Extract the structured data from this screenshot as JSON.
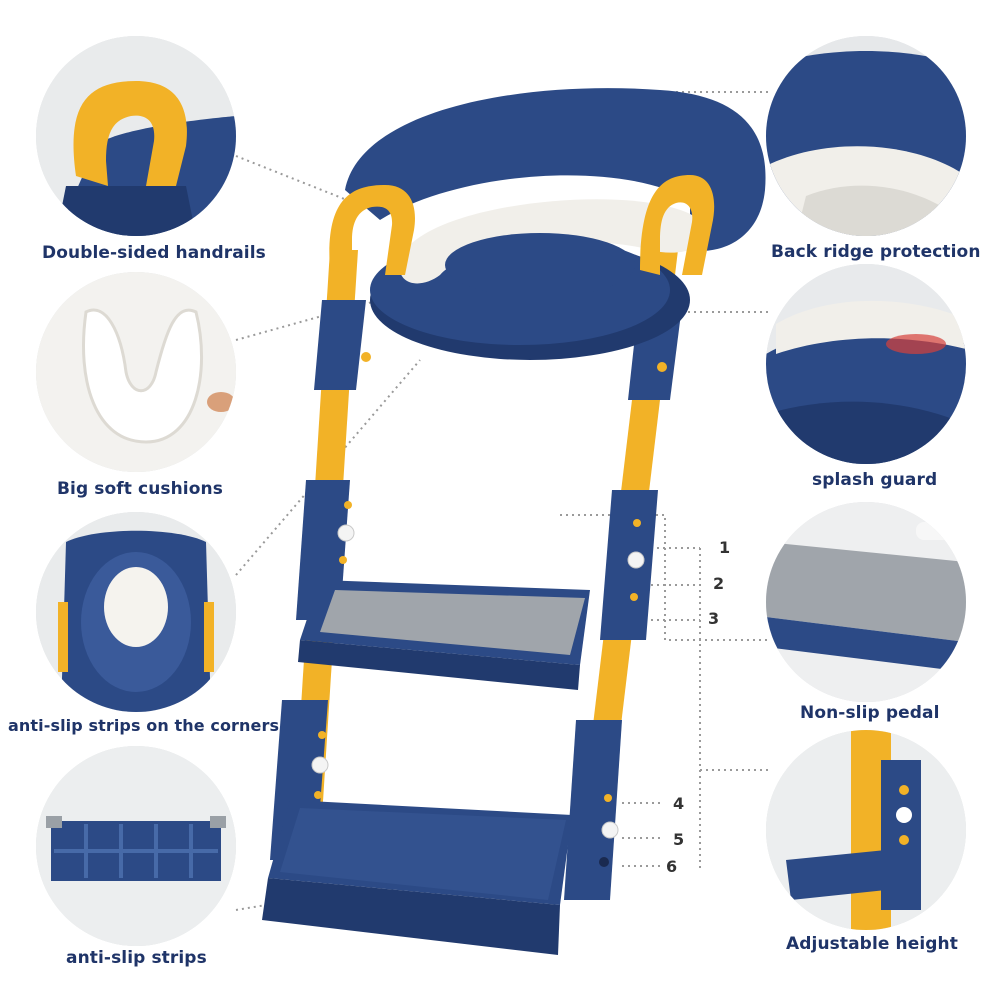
{
  "colors": {
    "navy": "#2c4a86",
    "navy_dark": "#213a6e",
    "yellow": "#f2b227",
    "grey_tread": "#9aa0a6",
    "cream": "#f1efea",
    "label": "#1f3468"
  },
  "features": {
    "double_sided_handrails": "Double-sided handrails",
    "back_ridge_protection": "Back ridge protection",
    "big_soft_cushions": "Big soft cushions",
    "splash_guard": "splash guard",
    "anti_slip_strips_corners": "anti-slip strips on the corners",
    "non_slip_pedal": "Non-slip pedal",
    "anti_slip_strips": "anti-slip strips",
    "adjustable_height": "Adjustable height"
  },
  "height_levels": [
    "1",
    "2",
    "3",
    "4",
    "5",
    "6"
  ]
}
